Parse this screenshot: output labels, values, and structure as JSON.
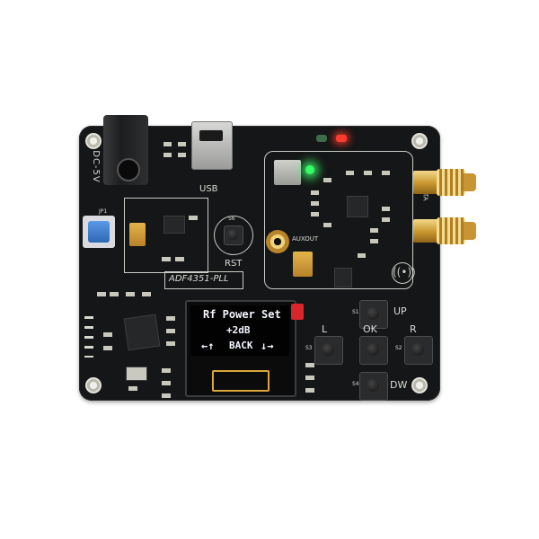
{
  "board": {
    "power_label": "DC-5V",
    "usb_label": "USB",
    "reset_label": "RST",
    "model_label": "ADF4351-PLL",
    "auxout_label": "AUXOUT",
    "outa_label": "OUTA",
    "btn_labels": {
      "up": "UP",
      "left": "L",
      "ok": "OK",
      "right": "R",
      "down": "DW"
    },
    "switch_labels": {
      "s1": "S1",
      "s2": "S2",
      "s3": "S3",
      "s4": "S4",
      "s6": "S6"
    },
    "jp_label": "JP1"
  },
  "oled": {
    "line1": "Rf Power Set",
    "line2": "+2dB",
    "line3_left": "←↑",
    "line3_mid": "BACK",
    "line3_right": "↓→"
  },
  "colors": {
    "pcb": "#151617",
    "oled_text": "#f4f6ff",
    "led_green": "#33ff66",
    "led_red": "#ff3b2f",
    "gold": "#d8a63e",
    "switch_blue": "#3d7fd0"
  }
}
